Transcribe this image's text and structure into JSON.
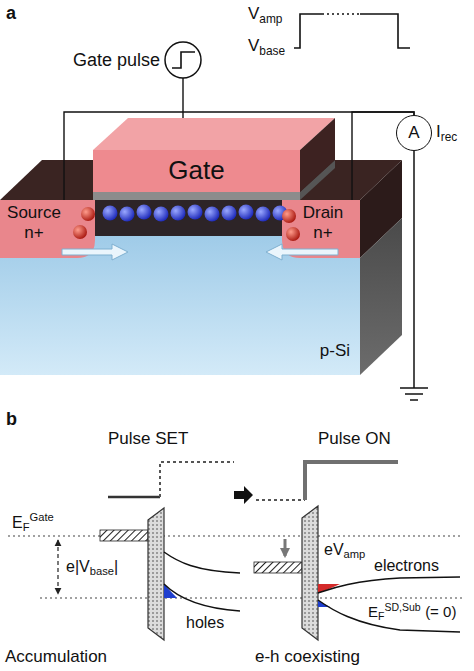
{
  "diagram": {
    "nodes": [
      {
        "text": [
          "A"
        ]
      },
      {
        "text": [
          "Gate"
        ]
      },
      {
        "text": [
          "Source",
          "n+"
        ]
      },
      {
        "text": [
          "Drain",
          "n+"
        ]
      },
      {
        "text": [
          "p-Si"
        ]
      }
    ],
    "edges": [
      {
        "from": 2,
        "to": 0,
        "arrow": "none"
      },
      {
        "from": 3,
        "to": 0,
        "arrow": "none"
      }
    ],
    "labels": [
      "a",
      "V",
      "amp",
      "Gate pulse",
      "V",
      "base",
      "I",
      "rec",
      "b",
      "Pulse SET",
      "Pulse ON",
      "E",
      "F",
      "Gate",
      "e|V",
      "base",
      "|",
      "eV",
      "amp",
      "electrons",
      "E",
      "F",
      "SD,Sub",
      "(= 0)",
      "holes",
      "Accumulation",
      "e-h coexisting"
    ]
  }
}
